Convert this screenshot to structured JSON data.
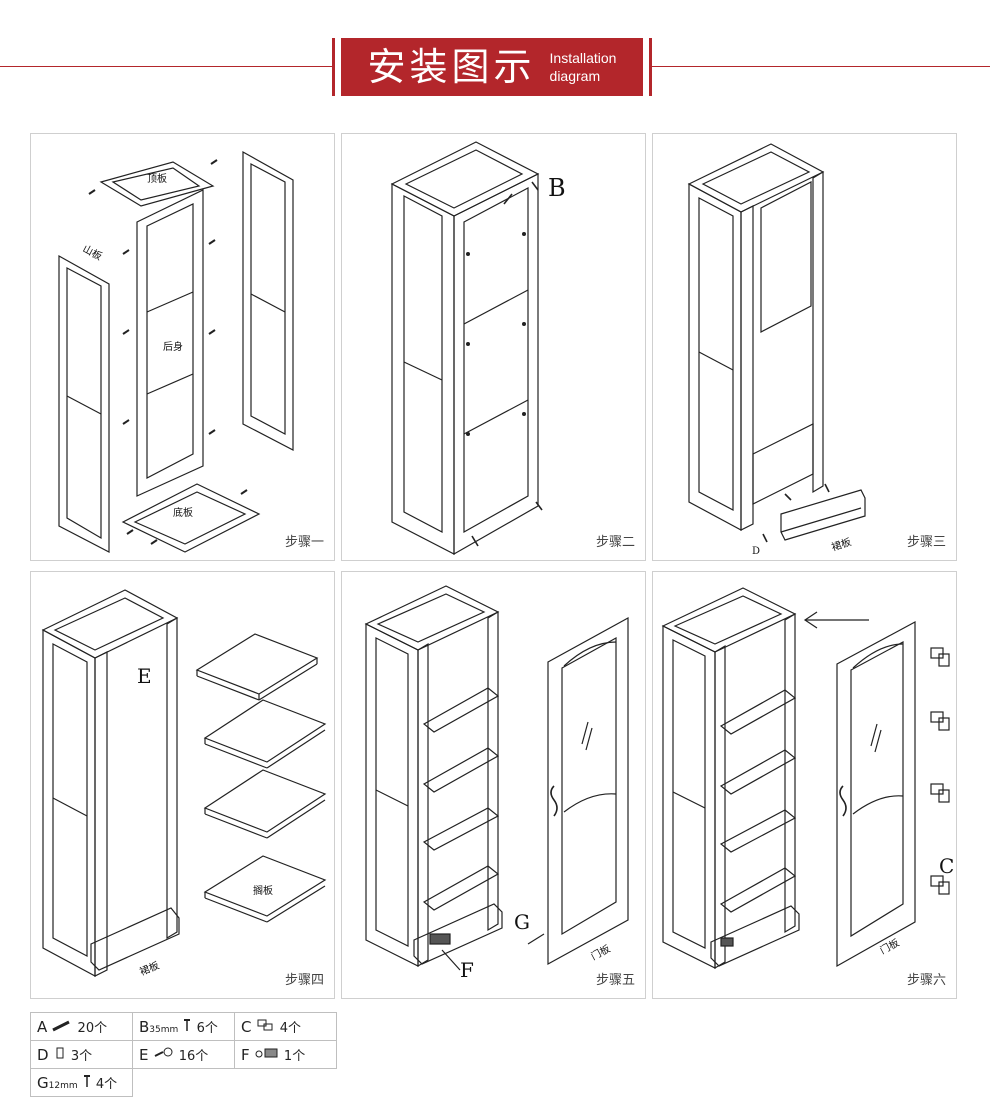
{
  "header": {
    "title_cn": "安装图示",
    "title_en_line1": "Installation",
    "title_en_line2": "diagram"
  },
  "colors": {
    "accent": "#b3262b",
    "line": "#222222",
    "panel_border": "#cfcfcf"
  },
  "steps": [
    {
      "label": "步骤一",
      "parts": [
        "顶板",
        "山板",
        "后身",
        "底板"
      ]
    },
    {
      "label": "步骤二",
      "callout": "B"
    },
    {
      "label": "步骤三",
      "callout": "D",
      "parts": [
        "裙板"
      ]
    },
    {
      "label": "步骤四",
      "callout": "E",
      "parts": [
        "搁板",
        "裙板"
      ]
    },
    {
      "label": "步骤五",
      "callouts": [
        "G",
        "F"
      ],
      "parts": [
        "门板"
      ]
    },
    {
      "label": "步骤六",
      "callout": "C",
      "parts": [
        "门板"
      ]
    }
  ],
  "parts_list": [
    {
      "key": "A",
      "size": "",
      "icon": "dowel-icon",
      "qty": "20个"
    },
    {
      "key": "B",
      "size": "35mm",
      "icon": "screw-icon",
      "qty": "6个"
    },
    {
      "key": "C",
      "size": "",
      "icon": "hinge-icon",
      "qty": "4个"
    },
    {
      "key": "D",
      "size": "",
      "icon": "shelf-pin-icon",
      "qty": "3个"
    },
    {
      "key": "E",
      "size": "",
      "icon": "cam-lock-icon",
      "qty": "16个"
    },
    {
      "key": "F",
      "size": "",
      "icon": "latch-icon",
      "qty": "1个"
    },
    {
      "key": "G",
      "size": "12mm",
      "icon": "screw-icon",
      "qty": "4个"
    }
  ]
}
